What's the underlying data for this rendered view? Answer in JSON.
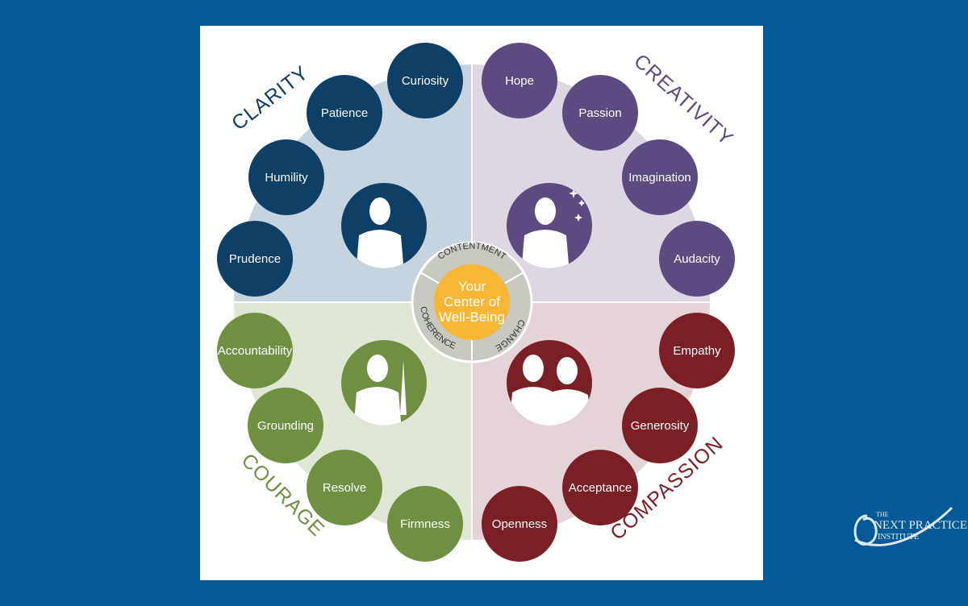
{
  "center": {
    "lines": [
      "Your",
      "Center of",
      "Well-Being"
    ],
    "ring": [
      "CONTENTMENT",
      "CHANGE",
      "COHERENCE"
    ]
  },
  "quadrants": [
    {
      "name": "CLARITY",
      "color": "#0e3f66",
      "bg": "#c6d4df",
      "icon": "thinking-person-icon",
      "traits": [
        "Prudence",
        "Humility",
        "Patience",
        "Curiosity"
      ]
    },
    {
      "name": "CREATIVITY",
      "color": "#5c4a80",
      "bg": "#ddd7e4",
      "icon": "sparkle-person-icon",
      "traits": [
        "Hope",
        "Passion",
        "Imagination",
        "Audacity"
      ]
    },
    {
      "name": "COMPASSION",
      "color": "#7a1f25",
      "bg": "#e4d4d8",
      "icon": "two-people-icon",
      "traits": [
        "Empathy",
        "Generosity",
        "Acceptance",
        "Openness"
      ]
    },
    {
      "name": "COURAGE",
      "color": "#6f9040",
      "bg": "#e0e6d6",
      "icon": "person-with-sword-icon",
      "traits": [
        "Firmness",
        "Resolve",
        "Grounding",
        "Accountability"
      ]
    }
  ],
  "logo": {
    "line1": "THE",
    "line2": "NEXT PRACTICE",
    "line3": "INSTITUTE"
  }
}
